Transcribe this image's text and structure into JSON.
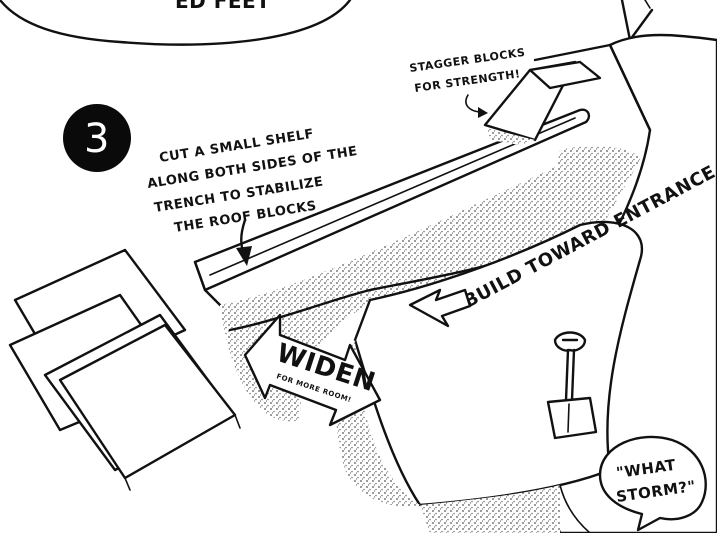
{
  "top_caption_partial": "ED FEET",
  "step": {
    "number": "3",
    "line1": "CUT A SMALL SHELF",
    "line2": "ALONG BOTH SIDES OF THE",
    "line3": "TRENCH TO STABILIZE",
    "line4": "THE ROOF BLOCKS"
  },
  "stagger": {
    "line1": "STAGGER BLOCKS",
    "line2": "FOR STRENGTH!"
  },
  "build_toward": "BUILD TOWARD ENTRANCE",
  "widen": {
    "word": "WIDEN",
    "sub": "FOR MORE ROOM!"
  },
  "storm_bubble": {
    "line1": "\"WHAT",
    "line2": "STORM?\""
  },
  "icons": [
    "shovel-icon",
    "down-arrow-icon",
    "left-arrow-icon",
    "double-arrow-icon"
  ],
  "colors": {
    "ink": "#111111",
    "paper": "#ffffff",
    "badge": "#0a0a0a"
  }
}
